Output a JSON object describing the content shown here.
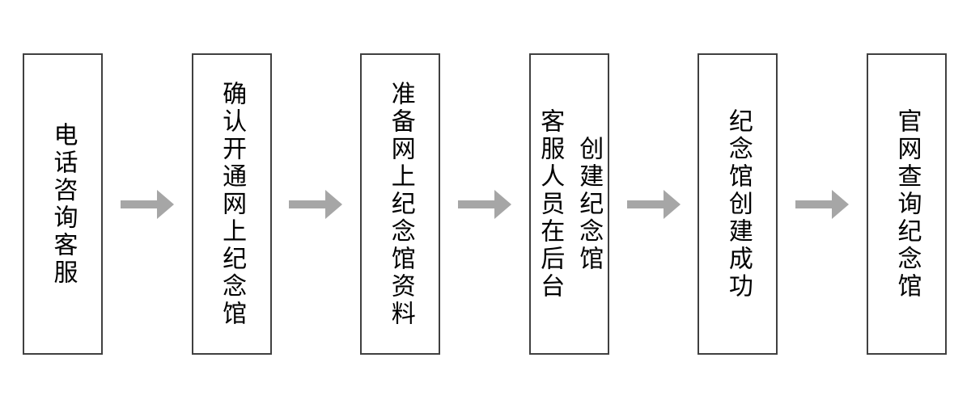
{
  "colors": {
    "background": "#ffffff",
    "box_border": "#404040",
    "box_fill": "#ffffff",
    "arrow": "#a6a6a6",
    "text": "#000000"
  },
  "flow": {
    "type": "flowchart",
    "direction": "left-to-right",
    "connector": "right-arrow",
    "steps": [
      {
        "label": "电话咨询客服"
      },
      {
        "label": "确认开通网上纪念馆"
      },
      {
        "label": "准备网上纪念馆资料"
      },
      {
        "label": "客服人员在后台\n创建纪念馆"
      },
      {
        "label": "纪念馆创建成功"
      },
      {
        "label": "官网查询纪念馆"
      }
    ]
  }
}
